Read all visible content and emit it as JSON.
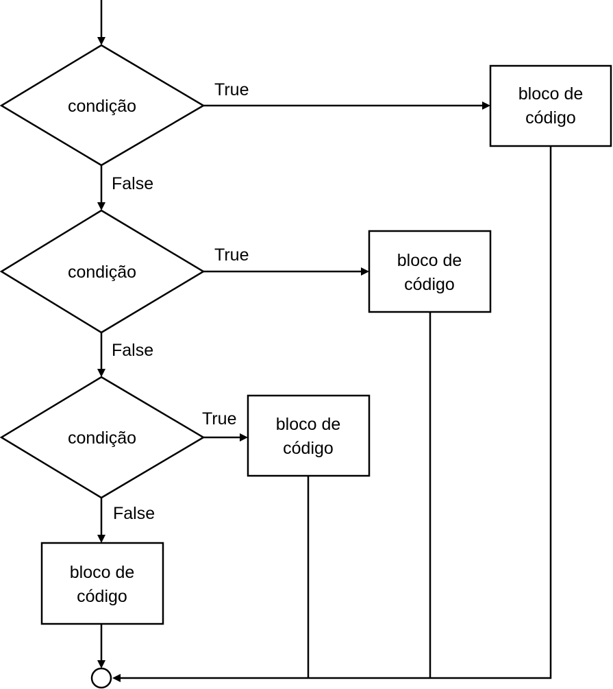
{
  "nodes": {
    "decision_1": {
      "label": "condição"
    },
    "decision_2": {
      "label": "condição"
    },
    "decision_3": {
      "label": "condição"
    },
    "block_1": {
      "line1": "bloco de",
      "line2": "código"
    },
    "block_2": {
      "line1": "bloco de",
      "line2": "código"
    },
    "block_3": {
      "line1": "bloco de",
      "line2": "código"
    },
    "block_else": {
      "line1": "bloco de",
      "line2": "código"
    }
  },
  "edges": {
    "true_1": "True",
    "true_2": "True",
    "true_3": "True",
    "false_1": "False",
    "false_2": "False",
    "false_3": "False"
  },
  "colors": {
    "stroke": "#000000",
    "fill": "#ffffff"
  }
}
